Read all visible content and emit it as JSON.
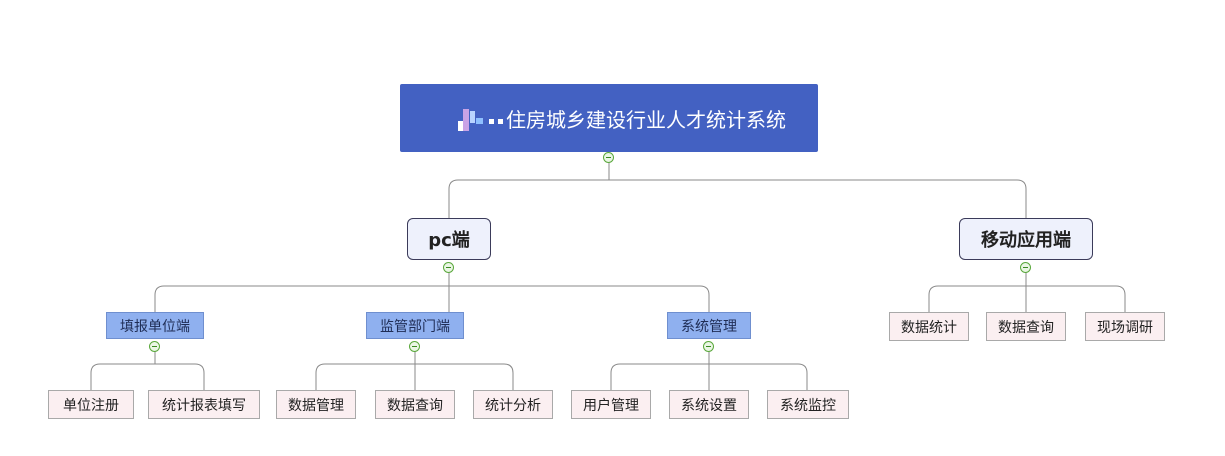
{
  "root": {
    "label": "住房城乡建设行业人才统计系统"
  },
  "pc": {
    "label": "pc端",
    "groups": [
      {
        "label": "填报单位端",
        "children": [
          "单位注册",
          "统计报表填写"
        ]
      },
      {
        "label": "监管部门端",
        "children": [
          "数据管理",
          "数据查询",
          "统计分析"
        ]
      },
      {
        "label": "系统管理",
        "children": [
          "用户管理",
          "系统设置",
          "系统监控"
        ]
      }
    ]
  },
  "mobile": {
    "label": "移动应用端",
    "children": [
      "数据统计",
      "数据查询",
      "现场调研"
    ]
  },
  "colors": {
    "root_fill": "#4361c2",
    "level1_fill": "#eef1fc",
    "level2_fill": "#8fb0ef",
    "leaf_fill": "#fbeff1",
    "connector": "#8a8a8a",
    "collapse_toggle": "#5aa83c"
  }
}
